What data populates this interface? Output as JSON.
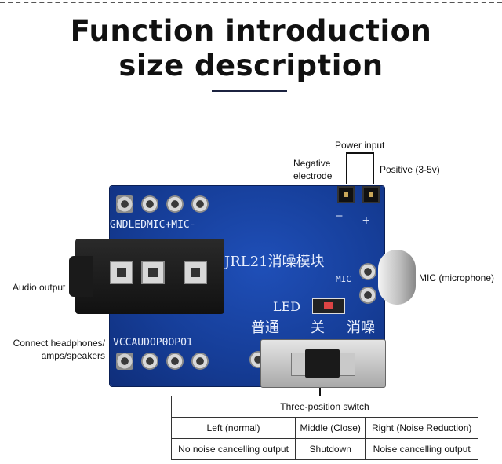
{
  "heading": {
    "line1": "Function introduction",
    "line2": "size description"
  },
  "labels": {
    "power_input": "Power input",
    "negative_electrode": "Negative electrode",
    "positive": "Positive (3-5v)",
    "audio_output": "Audio output",
    "mic": "MIC (microphone)",
    "connect_headphones": "Connect headphones/ amps/speakers"
  },
  "board": {
    "top_pins": "GNDLEDMIC+MIC-",
    "bottom_pins": "VCCAUDOP0OPO1",
    "model": "JRL21消噪模块",
    "mic_mark": "MIC",
    "led_mark": "LED",
    "minus_mark": "—",
    "plus_mark": "+",
    "switch_marks": [
      "普通",
      "关",
      "消噪"
    ]
  },
  "switch_table": {
    "header": "Three-position switch",
    "positions": [
      "Left (normal)",
      "Middle (Close)",
      "Right (Noise Reduction)"
    ],
    "functions": [
      "No noise cancelling output",
      "Shutdown",
      "Noise cancelling output"
    ]
  }
}
